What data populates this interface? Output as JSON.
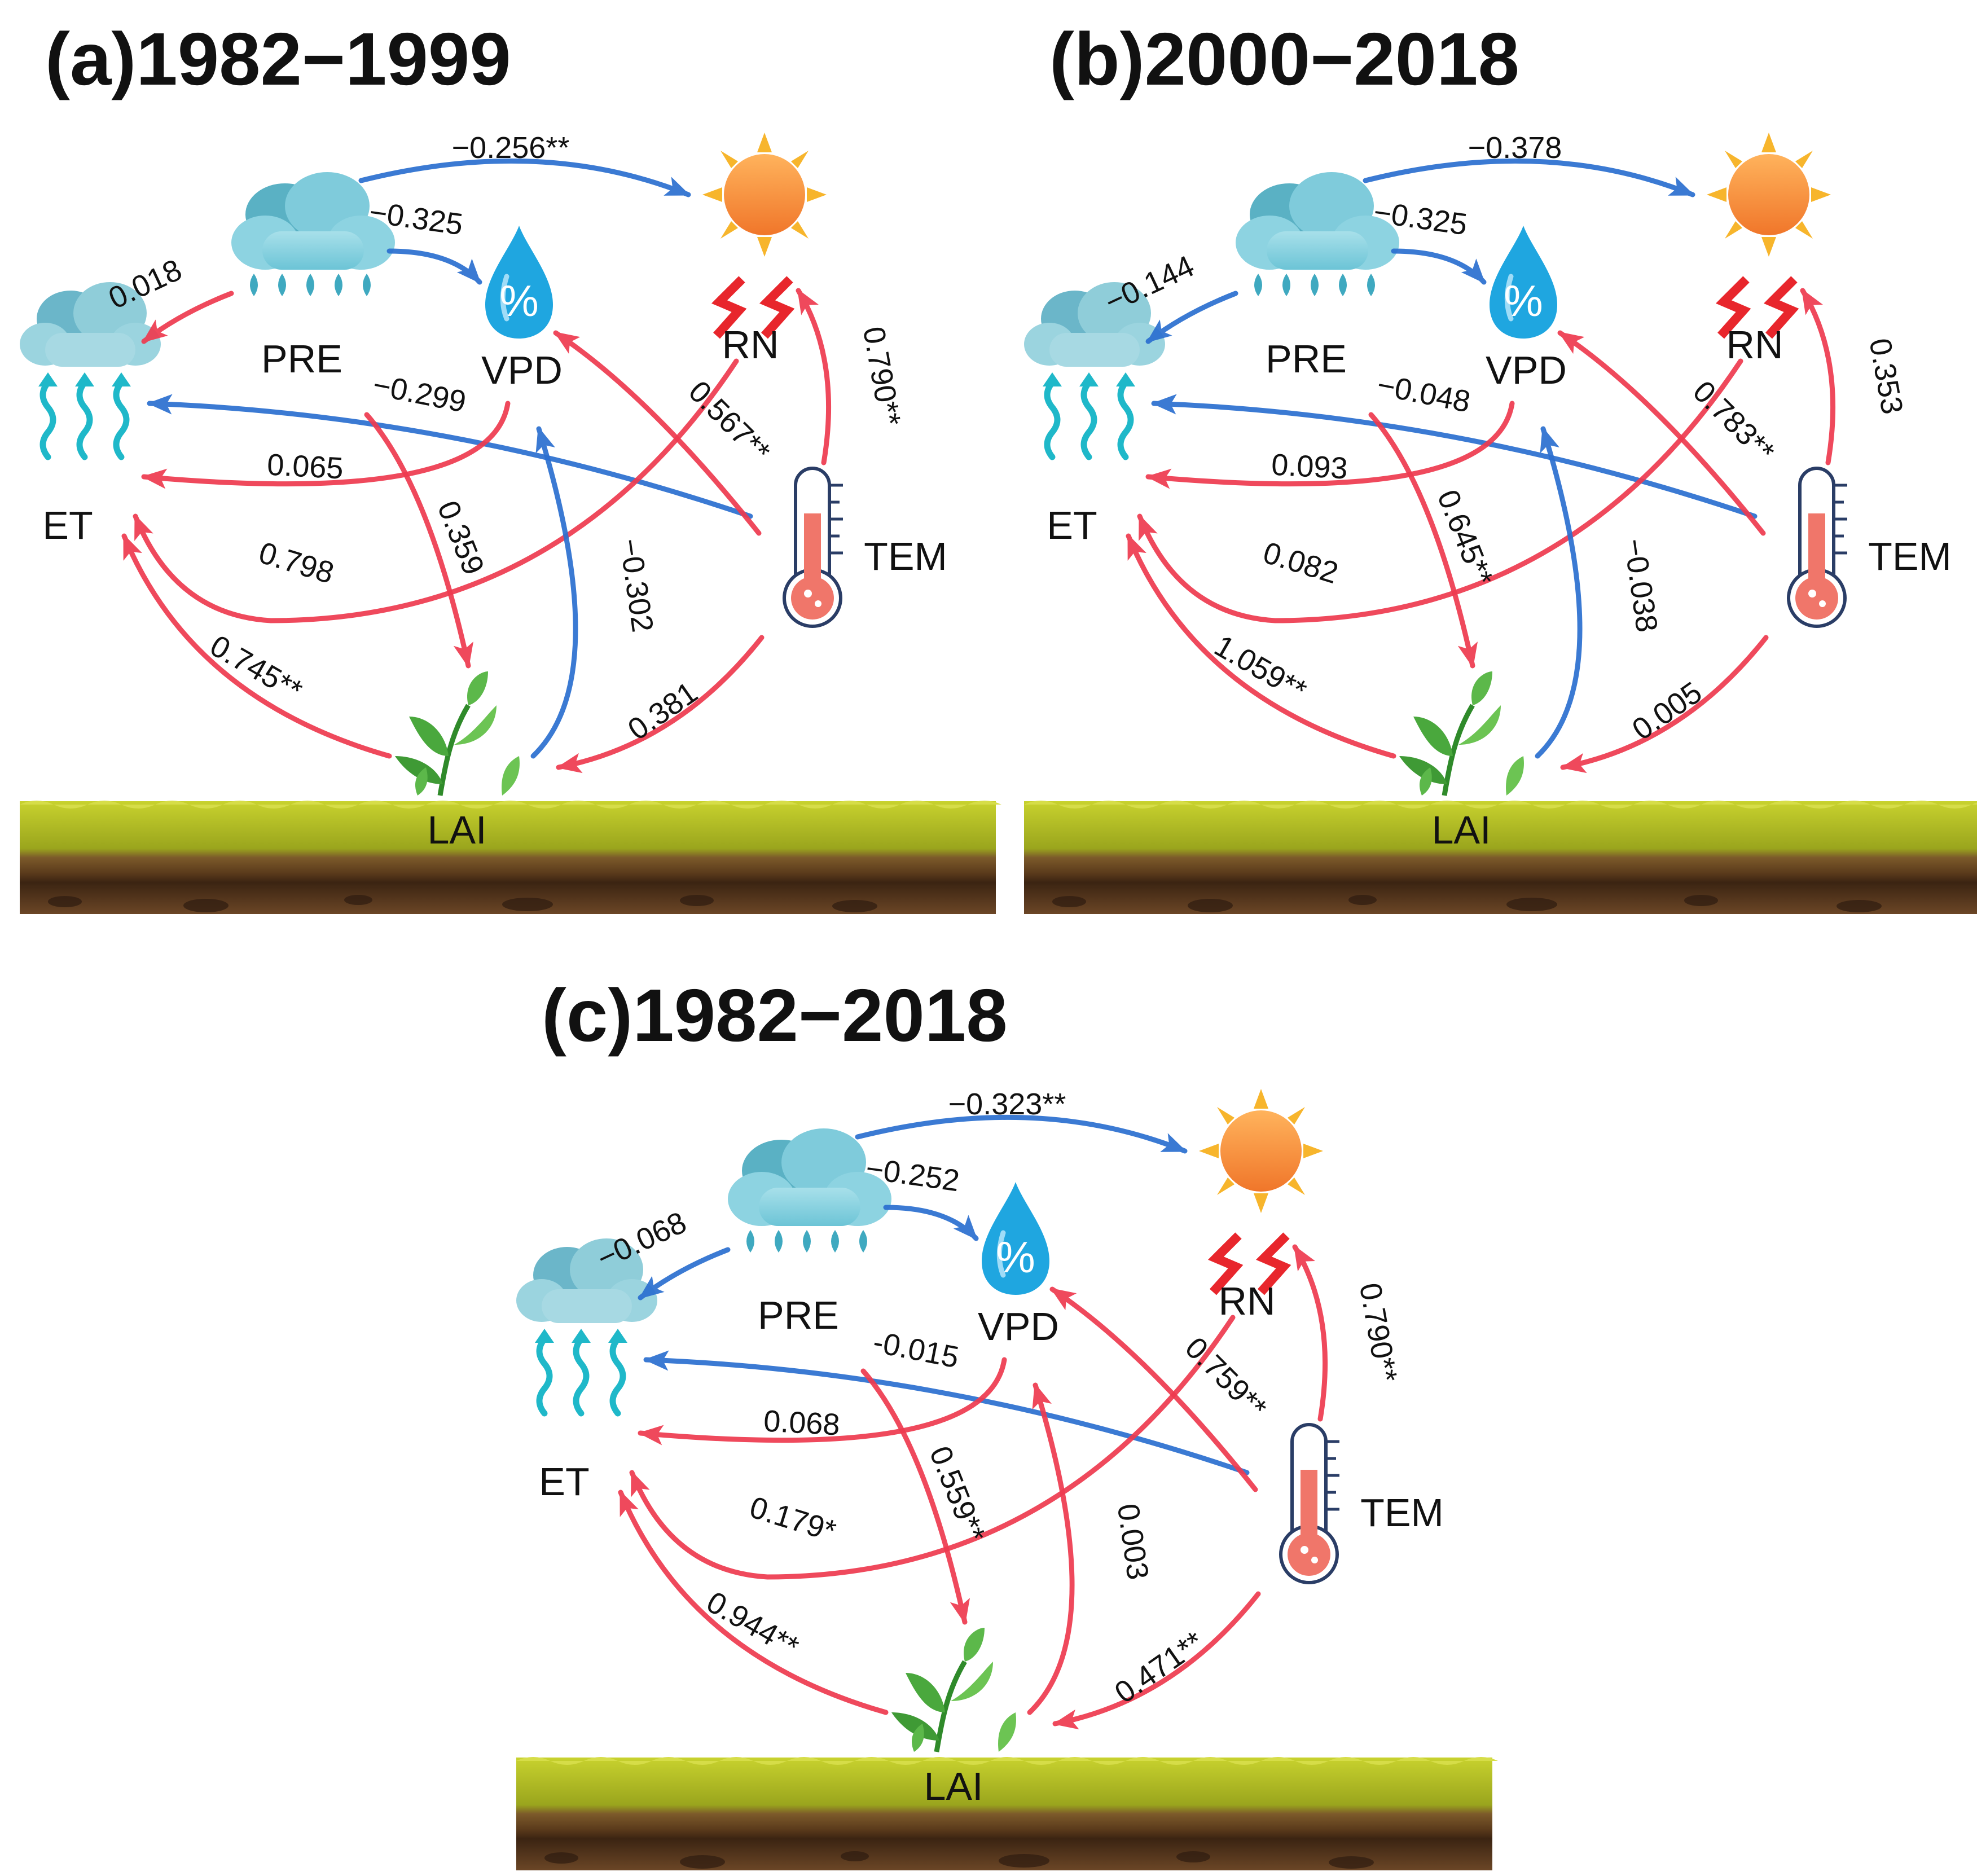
{
  "panels": [
    {
      "id": "a",
      "title": "(a)1982−1999",
      "nodes": {
        "PRE": "PRE",
        "VPD": "VPD",
        "RN": "RN",
        "ET": "ET",
        "TEM": "TEM",
        "LAI": "LAI"
      },
      "coefficients": {
        "pre_rn": "−0.256**",
        "pre_vpd": "−0.325",
        "pre_et": "0.018",
        "tem_et": "−0.299",
        "vpd_et": "0.065",
        "rn_et": "0.798",
        "lai_et": "0.745**",
        "pre_lai": "0.359",
        "lai_vpd": "−0.302",
        "tem_vpd": "0.567**",
        "tem_rn": "0.790**",
        "tem_lai": "0.381"
      }
    },
    {
      "id": "b",
      "title": "(b)2000−2018",
      "nodes": {
        "PRE": "PRE",
        "VPD": "VPD",
        "RN": "RN",
        "ET": "ET",
        "TEM": "TEM",
        "LAI": "LAI"
      },
      "coefficients": {
        "pre_rn": "−0.378",
        "pre_vpd": "−0.325",
        "pre_et": "−0.144",
        "tem_et": "−0.048",
        "vpd_et": "0.093",
        "rn_et": "0.082",
        "lai_et": "1.059**",
        "pre_lai": "0.645**",
        "lai_vpd": "−0.038",
        "tem_vpd": "0.783**",
        "tem_rn": "0.353",
        "tem_lai": "0.005"
      }
    },
    {
      "id": "c",
      "title": "(c)1982−2018",
      "nodes": {
        "PRE": "PRE",
        "VPD": "VPD",
        "RN": "RN",
        "ET": "ET",
        "TEM": "TEM",
        "LAI": "LAI"
      },
      "coefficients": {
        "pre_rn": "−0.323**",
        "pre_vpd": "−0.252",
        "pre_et": "−0.068",
        "tem_et": "-0.015",
        "vpd_et": "0.068",
        "rn_et": "0.179*",
        "lai_et": "0.944**",
        "pre_lai": "0.559**",
        "lai_vpd": "0.003",
        "tem_vpd": "0.759**",
        "tem_rn": "0.790**",
        "tem_lai": "0.471**"
      }
    }
  ],
  "colors": {
    "positive": "#ee3a4f",
    "negative": "#2b6fd0"
  },
  "icons": {
    "PRE": "rain-cloud-icon",
    "VPD": "water-drop-icon",
    "RN": "sun-icon",
    "ET": "evaporation-cloud-icon",
    "TEM": "thermometer-icon",
    "LAI": "plant-icon",
    "ground": "soil-icon"
  }
}
